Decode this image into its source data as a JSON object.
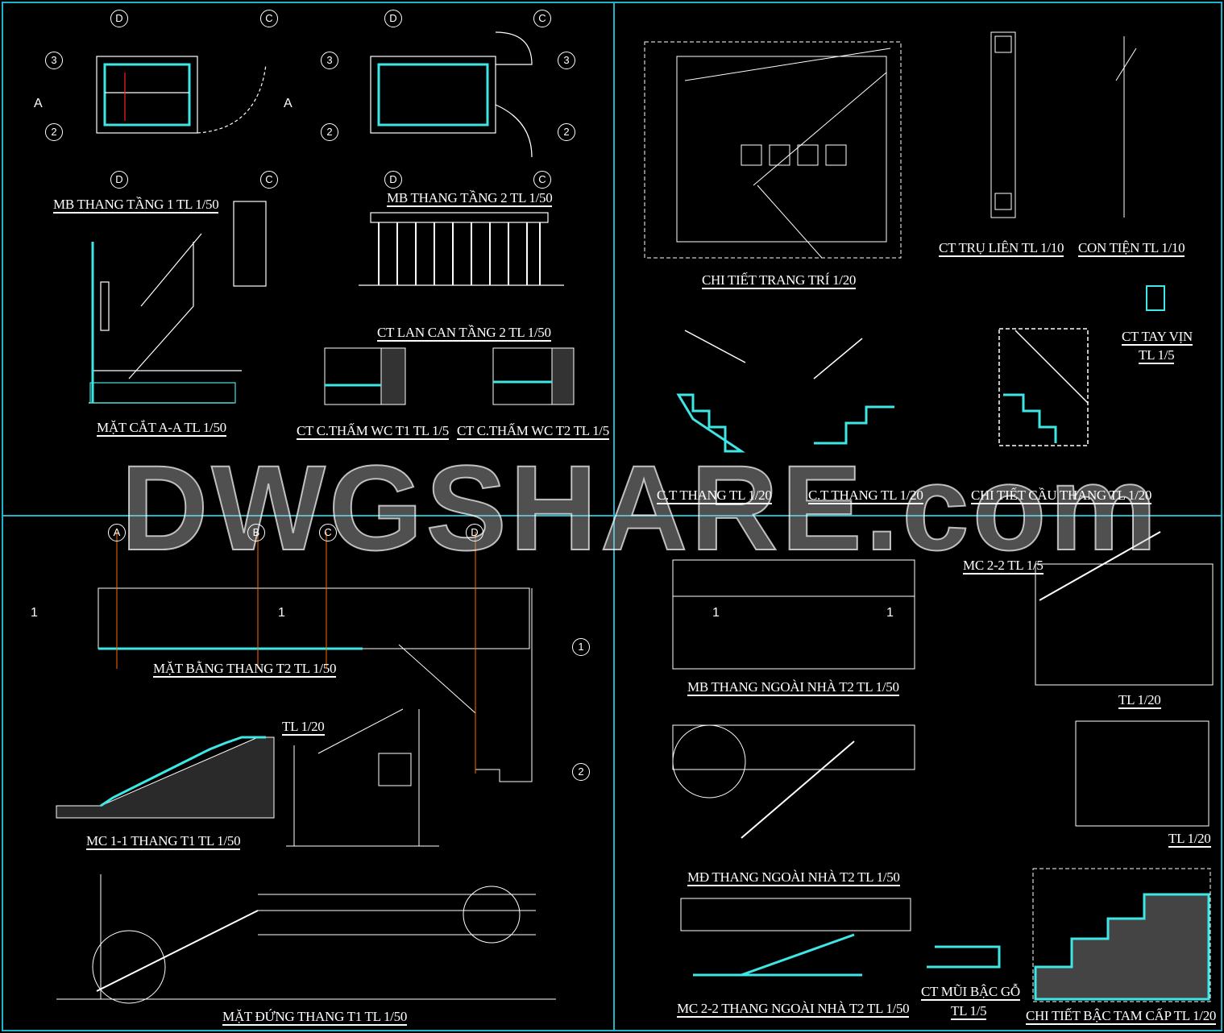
{
  "titles": {
    "mb_tang1": "MB THANG TẦNG 1 TL 1/50",
    "mb_tang2": "MB THANG TẦNG 2 TL 1/50",
    "lan_can": "CT LAN CAN TẦNG 2 TL 1/50",
    "mat_cat_aa": "MẶT CẮT A-A  TL 1/50",
    "cham_t1": "CT C.THẤM WC T1 TL 1/5",
    "cham_t2": "CT C.THẤM WC T2  TL 1/5",
    "trang_tri": "CHI TIẾT TRANG TRÍ  1/20",
    "tru_lien": "CT TRỤ LIÊN  TL 1/10",
    "con_tien": "CON TIỆN  TL 1/10",
    "tay_vin": "CT TAY VỊN",
    "tay_vin_scale": "TL 1/5",
    "ct_thang_1": "C.T THANG  TL 1/20",
    "ct_thang_2": "C.T THANG  TL 1/20",
    "cau_thang": "CHI TIẾT CẦU THANG  TL 1/20",
    "mb_t2": "MẶT BẰNG THANG T2  TL 1/50",
    "mc11": "MC 1-1 THANG T1  TL 1/50",
    "tl20_a": "TL 1/20",
    "md_t1": "MẶT ĐỨNG THANG T1  TL 1/50",
    "mb_ngoai": "MB THANG NGOÀI NHÀ T2  TL 1/50",
    "mc22_small": "MC 2-2  TL 1/5",
    "tl20_b": "TL 1/20",
    "md_ngoai": "MĐ THANG NGOÀI NHÀ T2  TL 1/50",
    "tl20_c": "TL 1/20",
    "mc22_ngoai": "MC 2-2 THANG NGOÀI NHÀ T2  TL 1/50",
    "mui_bac": "CT MŨI BẬC GỖ",
    "mui_bac_scale": "TL 1/5",
    "tam_cap": "CHI TIẾT BẬC TAM CẤP  TL 1/20"
  },
  "axes": {
    "D": "D",
    "C": "C",
    "A": "A",
    "B": "B",
    "n3": "3",
    "n2": "2",
    "n1": "1"
  },
  "section_marks": {
    "A": "A",
    "one": "1"
  },
  "watermark": "DWGSHARE.com",
  "colors": {
    "line": "#ffffff",
    "cyan": "#3ee6e6",
    "dim": "#ff2020",
    "frame": "#1fb5c8"
  }
}
